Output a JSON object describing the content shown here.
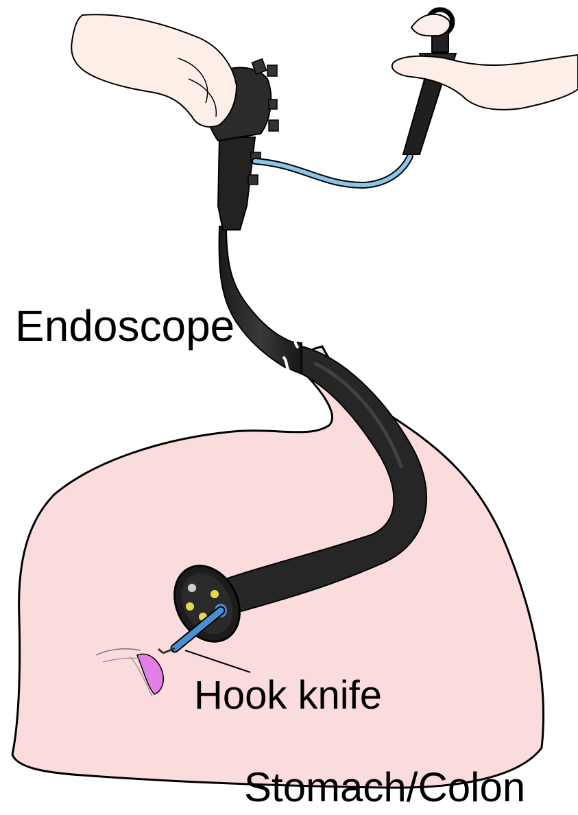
{
  "labels": {
    "endoscope": "Endoscope",
    "hook_knife": "Hook knife",
    "stomach_colon": "Stomach/Colon"
  },
  "colors": {
    "organ_fill": "#fbdcdc",
    "scope_body": "#262626",
    "cable": "#8cc4ec",
    "knife_blue": "#4a8fd4",
    "lesion": "#e27fe6",
    "lens_light": "#e6d84a",
    "skin": "#fdeee8",
    "outline": "#000000"
  }
}
